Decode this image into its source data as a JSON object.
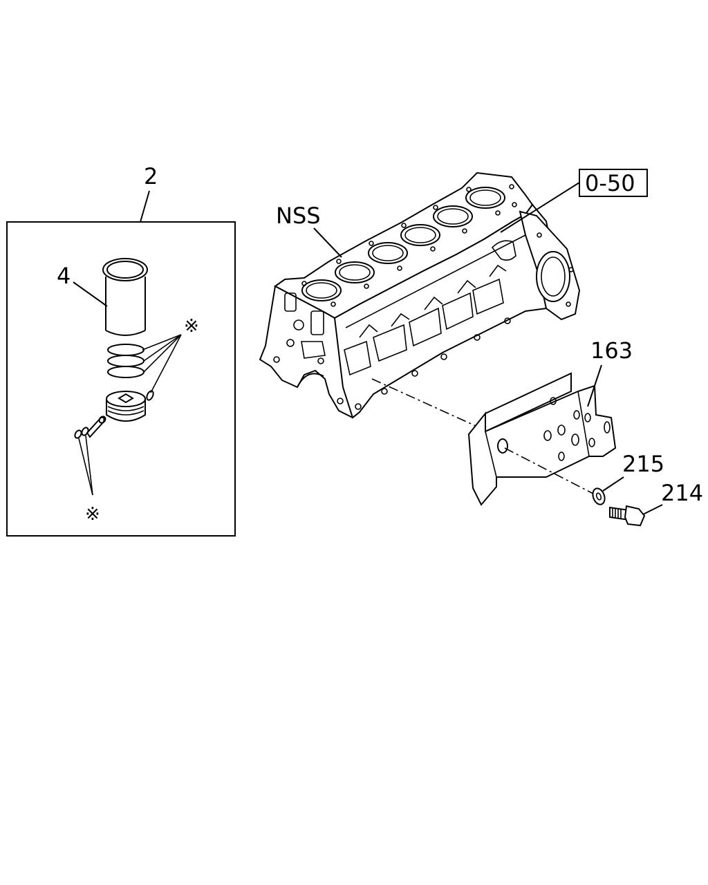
{
  "callouts": {
    "assembly": "2",
    "liner": "4",
    "asterisk_rings": "※",
    "asterisk_clips": "※",
    "nss": "NSS",
    "ref": "0-50",
    "bracket": "163",
    "washer": "215",
    "bolt": "214"
  }
}
